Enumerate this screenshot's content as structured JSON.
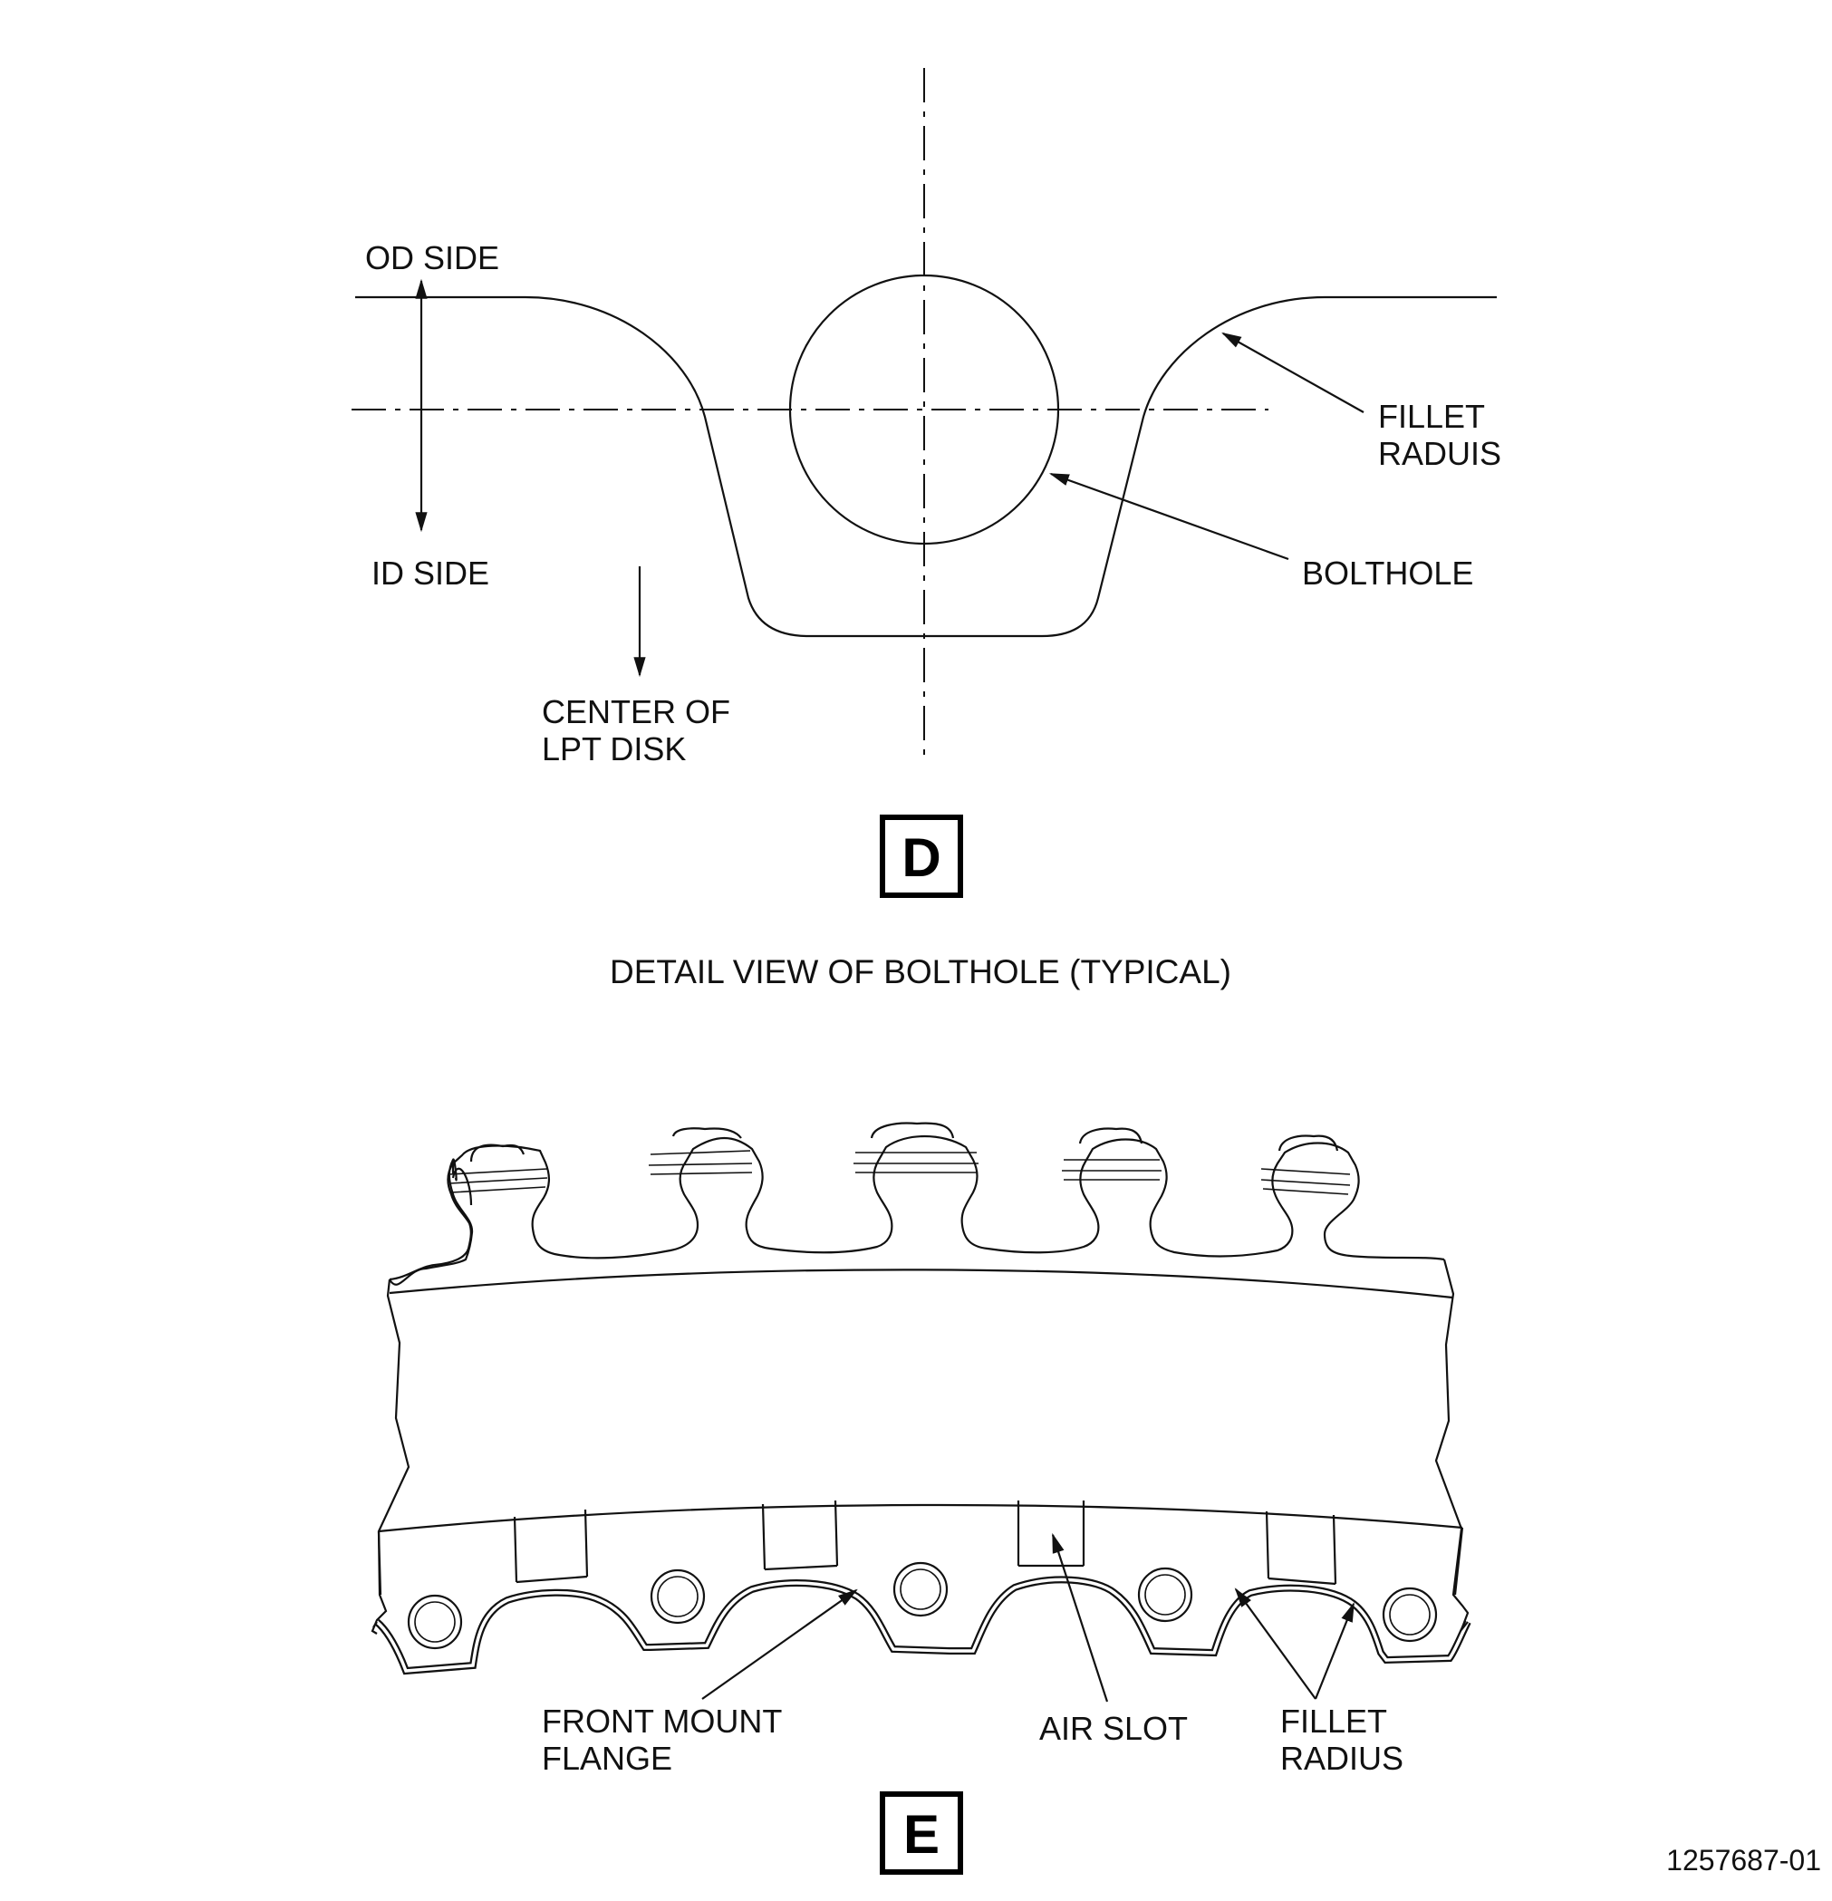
{
  "detail_d": {
    "od_side": "OD SIDE",
    "id_side": "ID SIDE",
    "center_line1": "CENTER OF",
    "center_line2": "LPT DISK",
    "fillet_line1": "FILLET",
    "fillet_line2": "RADUIS",
    "bolthole": "BOLTHOLE",
    "box_label": "D",
    "caption": "DETAIL VIEW OF BOLTHOLE (TYPICAL)"
  },
  "detail_e": {
    "front_line1": "FRONT MOUNT",
    "front_line2": "FLANGE",
    "air_slot": "AIR SLOT",
    "fillet_line1": "FILLET",
    "fillet_line2": "RADIUS",
    "box_label": "E"
  },
  "figure_number": "1257687-01"
}
